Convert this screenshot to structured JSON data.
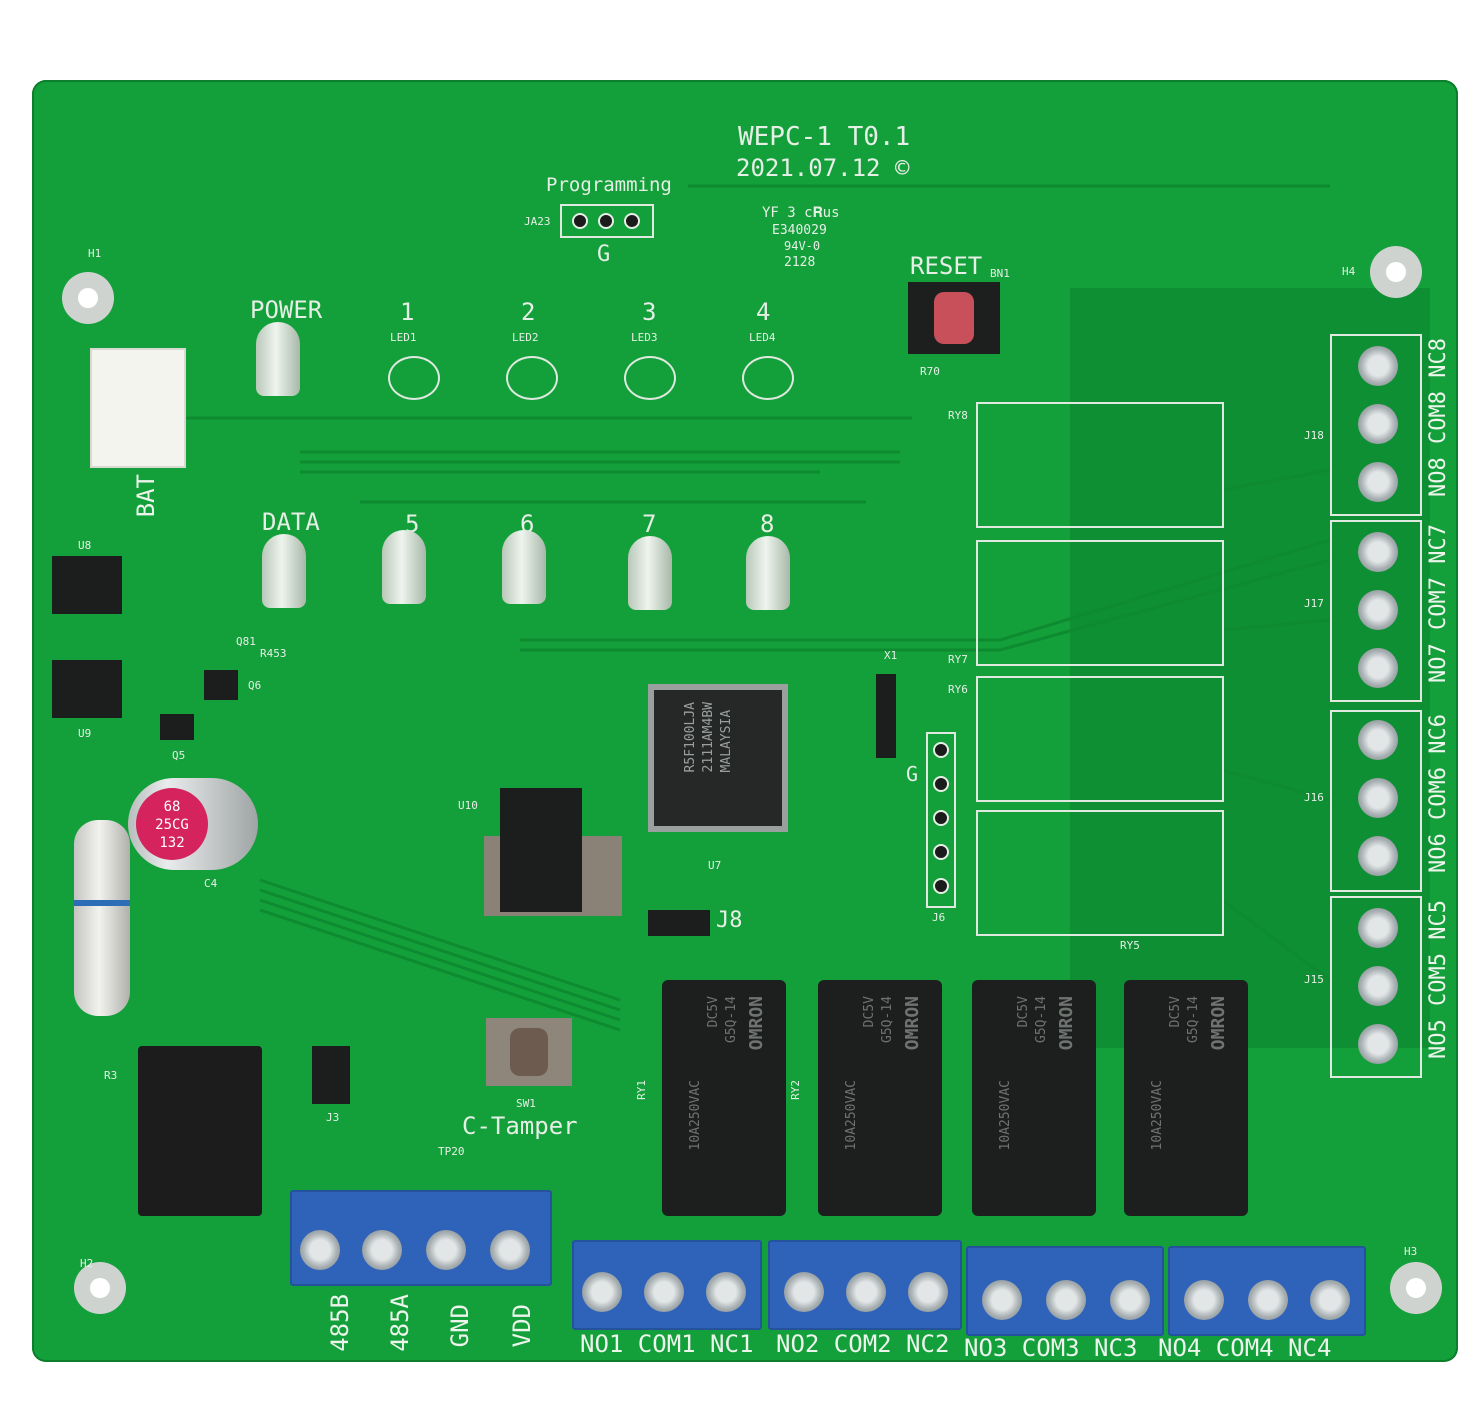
{
  "board": {
    "title": "WEPC-1 T0.1",
    "date": "2021.07.12 ©",
    "programming_label": "Programming",
    "header_ref": "JA23",
    "g_label": "G",
    "g_label_2": "G",
    "ul_mark": "YF 3 c𝐑us",
    "ul_code": "E340029",
    "flame": "94V-0",
    "datecode": "2128",
    "reset_label": "RESET",
    "reset_ref": "BN1",
    "r70": "R70",
    "power_label": "POWER",
    "data_label": "DATA",
    "bat_label": "BAT",
    "led_numbers_top": [
      "1",
      "2",
      "3",
      "4"
    ],
    "led_refs": [
      "LED1",
      "LED2",
      "LED3",
      "LED4"
    ],
    "led_numbers_bottom": [
      "5",
      "6",
      "7",
      "8"
    ],
    "mcu_text": [
      "R5F100LJA",
      "2111AM4BW",
      "MALAYSIA"
    ],
    "u7": "U7",
    "x1": "X1",
    "u8": "U8",
    "u9": "U9",
    "u10": "U10",
    "q5": "Q5",
    "q6": "Q6",
    "q81": "Q81",
    "r453": "R453",
    "j6": "J6",
    "j8": "J8",
    "j3": "J3",
    "sw1": "SW1",
    "tamper_label": "C-Tamper",
    "cap_text": [
      "68",
      "25CG",
      "132"
    ],
    "c4": "C4",
    "r3": "R3",
    "tp20": "TP20",
    "ry_labels": [
      "RY8",
      "RY7",
      "RY6",
      "RY5"
    ],
    "ry_bottom": [
      "RY1",
      "RY2"
    ],
    "j_labels": [
      "J18",
      "J17",
      "J16",
      "J15"
    ],
    "h_labels": [
      "H1",
      "H2",
      "H3",
      "H4"
    ]
  },
  "relays": [
    {
      "brand": "OMRON",
      "model": "G5Q-14",
      "voltage": "DC5V",
      "rating": "10A250VAC"
    },
    {
      "brand": "OMRON",
      "model": "G5Q-14",
      "voltage": "DC5V",
      "rating": "10A250VAC"
    },
    {
      "brand": "OMRON",
      "model": "G5Q-14",
      "voltage": "DC5V",
      "rating": "10A250VAC"
    },
    {
      "brand": "OMRON",
      "model": "G5Q-14",
      "voltage": "DC5V",
      "rating": "10A250VAC"
    }
  ],
  "terminals": {
    "power": [
      "485B",
      "485A",
      "GND",
      "VDD"
    ],
    "relay_groups": [
      "NO1 COM1 NC1",
      "NO2 COM2 NC2",
      "NO3 COM3 NC3",
      "NO4 COM4 NC4"
    ],
    "side_groups": [
      "NO8 COM8 NC8",
      "NO7 COM7 NC7",
      "NO6 COM6 NC6",
      "NO5 COM5 NC5"
    ]
  },
  "colors": {
    "board": "#13a03a",
    "silkscreen": "#e6efe6",
    "terminal_blue": "#2e63b9",
    "relay_black": "#1d1f1e",
    "reset_button": "#c8505a"
  }
}
